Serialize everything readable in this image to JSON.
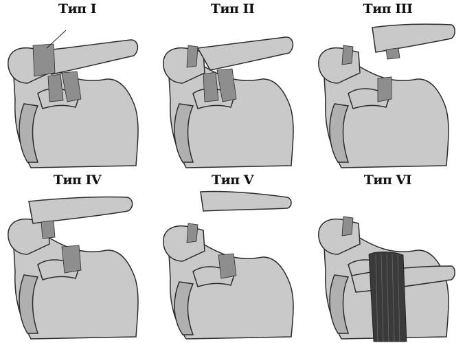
{
  "figure": {
    "panels": [
      {
        "id": "type-1",
        "title": "Тип I"
      },
      {
        "id": "type-2",
        "title": "Тип II"
      },
      {
        "id": "type-3",
        "title": "Тип III"
      },
      {
        "id": "type-4",
        "title": "Тип IV"
      },
      {
        "id": "type-5",
        "title": "Тип V"
      },
      {
        "id": "type-6",
        "title": "Тип VI"
      }
    ]
  },
  "colors": {
    "bone_fill": "#c9c9c9",
    "bone_stroke": "#2b2b2b",
    "ligament_fill": "#8e8e8e",
    "background": "#ffffff"
  }
}
